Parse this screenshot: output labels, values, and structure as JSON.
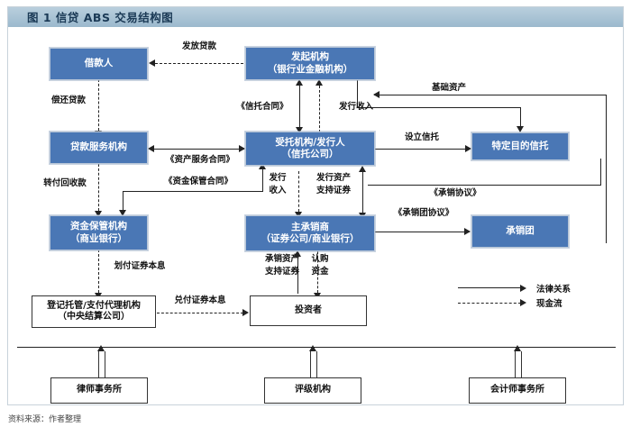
{
  "figure": {
    "header_label": "图 1",
    "header_title": "信贷 ABS 交易结构图",
    "header_full": "图 1   信贷 ABS 交易结构图",
    "source_note": "资料来源：作者整理",
    "header_bg": "#9bb9cd",
    "header_text_color": "#1b3a56",
    "node_fill": "#4a77b5",
    "node_text_color": "#ffffff",
    "line_color": "#222222"
  },
  "nodes": [
    {
      "id": "borrower",
      "line1": "借款人",
      "line2": "",
      "style": "blue"
    },
    {
      "id": "originator",
      "line1": "发起机构",
      "line2": "（银行业金融机构）",
      "style": "blue"
    },
    {
      "id": "servicer",
      "line1": "贷款服务机构",
      "line2": "",
      "style": "blue"
    },
    {
      "id": "trustee",
      "line1": "受托机构/发行人",
      "line2": "（信托公司）",
      "style": "blue"
    },
    {
      "id": "spt",
      "line1": "特定目的信托",
      "line2": "",
      "style": "blue"
    },
    {
      "id": "custodian",
      "line1": "资金保管机构",
      "line2": "（商业银行）",
      "style": "blue"
    },
    {
      "id": "underwriter",
      "line1": "主承销商",
      "line2": "（证券公司/商业银行）",
      "style": "blue"
    },
    {
      "id": "syndicate",
      "line1": "承销团",
      "line2": "",
      "style": "blue"
    },
    {
      "id": "registrar",
      "line1": "登记托管/支付代理机构",
      "line2": "（中央结算公司）",
      "style": "white"
    },
    {
      "id": "investor",
      "line1": "投资者",
      "line2": "",
      "style": "white"
    },
    {
      "id": "lawfirm",
      "line1": "律师事务所",
      "line2": "",
      "style": "white"
    },
    {
      "id": "rating",
      "line1": "评级机构",
      "line2": "",
      "style": "white"
    },
    {
      "id": "accounting",
      "line1": "会计师事务所",
      "line2": "",
      "style": "white"
    }
  ],
  "edge_labels": {
    "disburse_loan": "发放贷款",
    "repay_loan": "偿还贷款",
    "basic_assets": "基础资产",
    "trust_contract": "《信托合同》",
    "issue_income_top": "发行收入",
    "set_up_trust": "设立信托",
    "asset_service_contract": "《资产服务合同》",
    "fund_custody_contract": "《资金保管合同》",
    "transfer_recovery": "转付回收款",
    "issue_income_line1": "发行",
    "issue_income_line2": "收入",
    "issue_abs_line1": "发行资产",
    "issue_abs_line2": "支持证券",
    "underwriting_agreement": "《承销协议》",
    "syndicate_agreement": "《承销团协议》",
    "pay_principal_interest": "划付证券本息",
    "redeem_principal_interest": "兑付证券本息",
    "underwrite_abs_line1": "承销资产",
    "underwrite_abs_line2": "支持证券",
    "subscription_funds_line1": "认购",
    "subscription_funds_line2": "资金"
  },
  "legend": {
    "solid_label": "法律关系",
    "dashed_label": "现金流"
  }
}
